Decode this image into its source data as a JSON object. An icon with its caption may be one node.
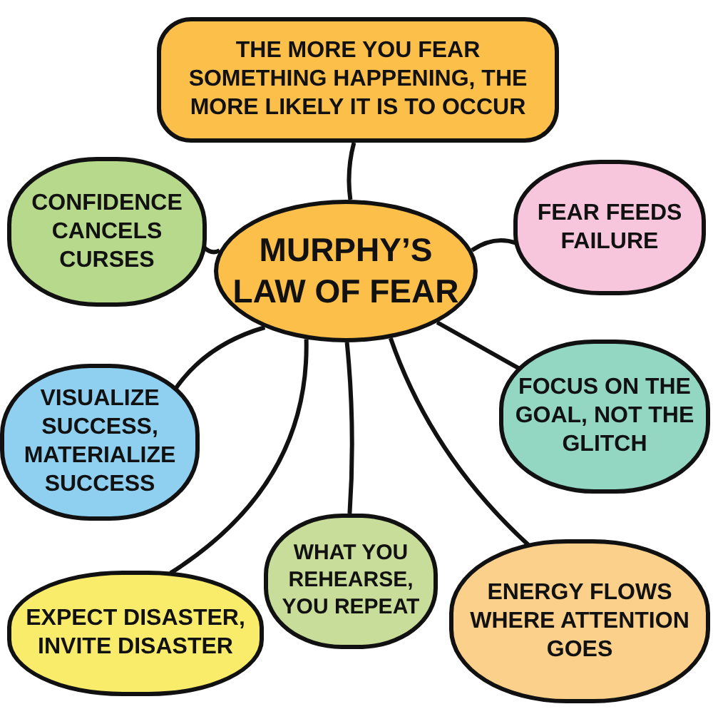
{
  "diagram": {
    "nodes": [
      {
        "text": [
          "MURPHY’S LAW OF FEAR"
        ]
      },
      {
        "text": [
          "THE MORE YOU FEAR SOMETHING HAPPENING, THE MORE LIKELY IT IS TO OCCUR"
        ]
      },
      {
        "text": [
          "CONFIDENCE CANCELS CURSES"
        ]
      },
      {
        "text": [
          "FEAR FEEDS FAILURE"
        ]
      },
      {
        "text": [
          "VISUALIZE SUCCESS, MATERIALIZE SUCCESS"
        ]
      },
      {
        "text": [
          "FOCUS ON THE GOAL, NOT THE GLITCH"
        ]
      },
      {
        "text": [
          "EXPECT DISASTER, INVITE DISASTER"
        ]
      },
      {
        "text": [
          "WHAT YOU REHEARSE, YOU REPEAT"
        ]
      },
      {
        "text": [
          "ENERGY FLOWS WHERE ATTENTION GOES"
        ]
      }
    ],
    "edges": [
      {
        "from": 0,
        "to": 1,
        "arrow": "none"
      },
      {
        "from": 0,
        "to": 2,
        "arrow": "none"
      },
      {
        "from": 0,
        "to": 3,
        "arrow": "none"
      },
      {
        "from": 0,
        "to": 4,
        "arrow": "none"
      },
      {
        "from": 0,
        "to": 5,
        "arrow": "none"
      },
      {
        "from": 0,
        "to": 6,
        "arrow": "none"
      },
      {
        "from": 0,
        "to": 7,
        "arrow": "none"
      },
      {
        "from": 0,
        "to": 8,
        "arrow": "none"
      }
    ]
  }
}
